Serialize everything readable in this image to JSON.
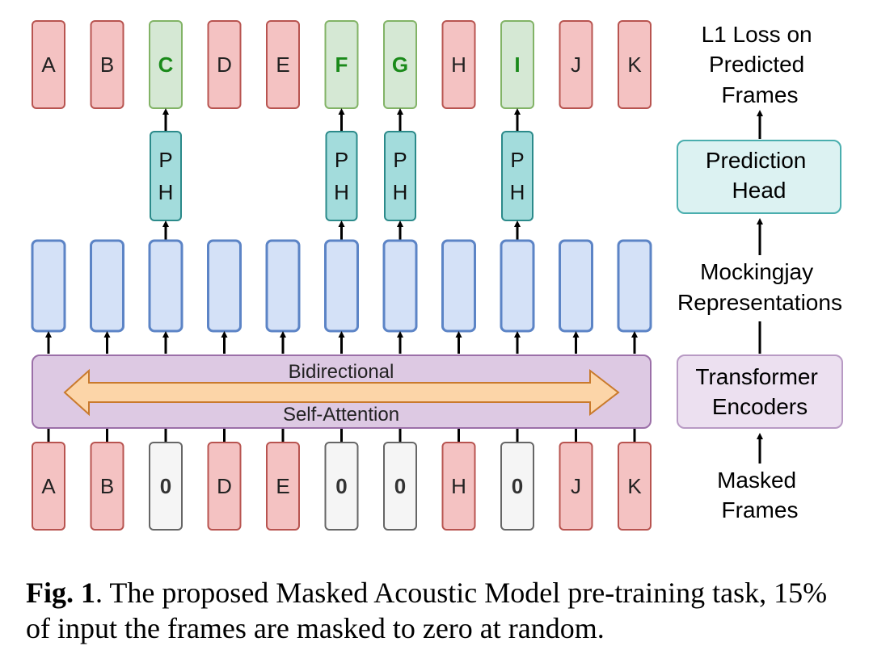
{
  "input_frames": [
    "A",
    "B",
    "0",
    "D",
    "E",
    "0",
    "0",
    "H",
    "0",
    "J",
    "K"
  ],
  "output_frames": [
    "A",
    "B",
    "C",
    "D",
    "E",
    "F",
    "G",
    "H",
    "I",
    "J",
    "K"
  ],
  "masked": [
    false,
    false,
    true,
    false,
    false,
    true,
    true,
    false,
    true,
    false,
    false
  ],
  "prediction_head_label": [
    "P",
    "H"
  ],
  "attention_label": {
    "top": "Bidirectional",
    "bottom": "Self-Attention"
  },
  "legend": {
    "l1_loss": [
      "L1 Loss on",
      "Predicted",
      "Frames"
    ],
    "prediction_head": [
      "Prediction",
      "Head"
    ],
    "representations": [
      "Mockingjay",
      "Representations"
    ],
    "transformer_encoders": [
      "Transformer",
      "Encoders"
    ],
    "masked_frames": [
      "Masked",
      "Frames"
    ]
  },
  "caption": {
    "label": "Fig. 1",
    "text": ".  The proposed Masked Acoustic Model pre-training task, 15% of input the frames are masked to zero at random."
  },
  "colors": {
    "frame_fill": "#f4c2c2",
    "frame_stroke": "#b85450",
    "predicted_fill": "#d5e8d4",
    "predicted_stroke": "#82b366",
    "predicted_text": "#1a8a1a",
    "masked_fill": "#f5f5f5",
    "masked_stroke": "#666666",
    "masked_text": "#333333",
    "ph_fill": "#a3dcdc",
    "ph_stroke": "#2b8a8a",
    "rep_fill": "#d4e1f7",
    "rep_stroke": "#5c84c6",
    "encoder_fill": "#ddc9e3",
    "encoder_stroke": "#9b6fa8",
    "arrow_fill": "#fcd5a8",
    "arrow_stroke": "#c97a2c",
    "prediction_head_legend_fill": "#dcf2f2",
    "prediction_head_legend_stroke": "#4aaeae",
    "encoder_legend_fill": "#ece0f0",
    "encoder_legend_stroke": "#b89ac4"
  }
}
